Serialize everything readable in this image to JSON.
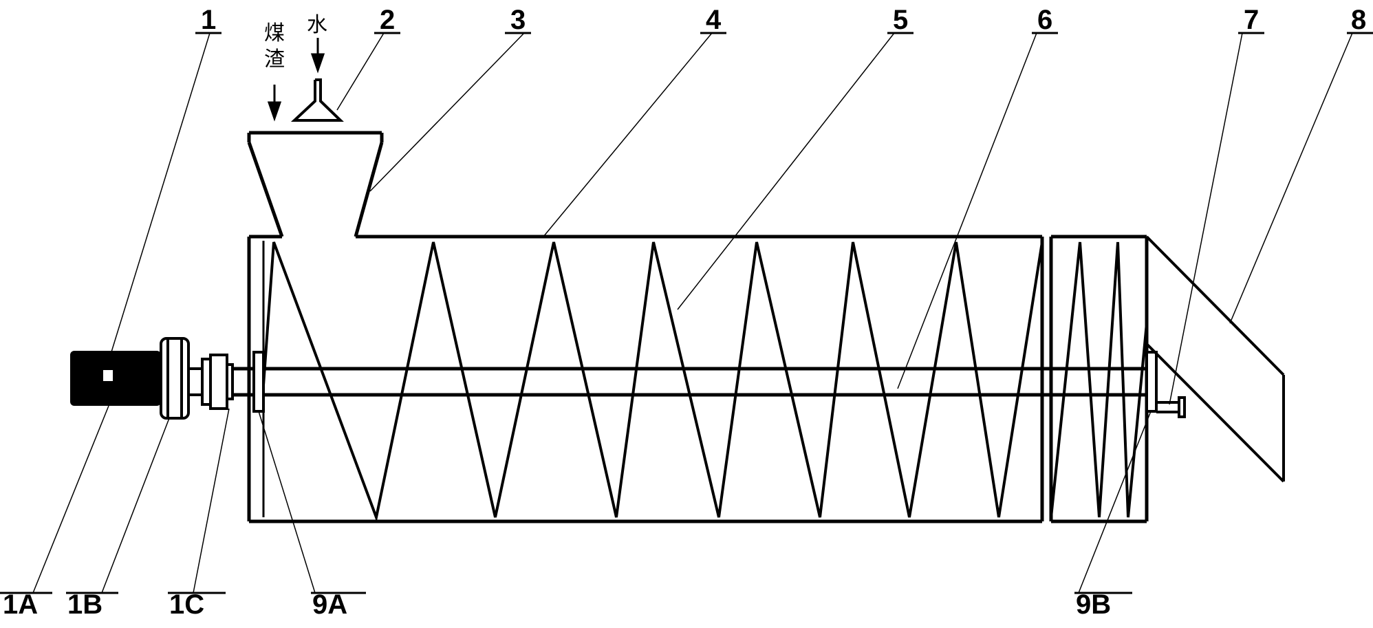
{
  "labels": {
    "n1": "1",
    "n2": "2",
    "n3": "3",
    "n4": "4",
    "n5": "5",
    "n6": "6",
    "n7": "7",
    "n8": "8",
    "n1a": "1A",
    "n1b": "1B",
    "n1c": "1C",
    "n9a": "9A",
    "n9b": "9B"
  },
  "inputs": {
    "slag_char1": "煤",
    "slag_char2": "渣",
    "water": "水"
  }
}
